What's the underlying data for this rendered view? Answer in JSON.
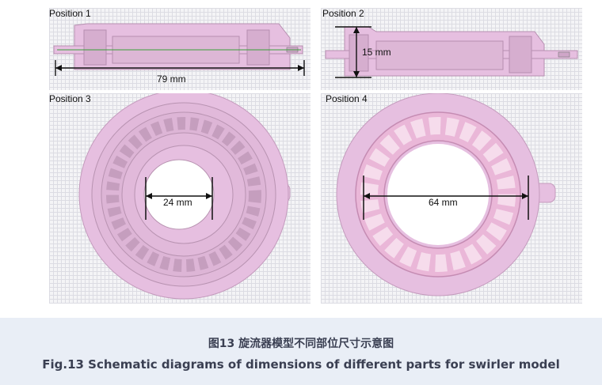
{
  "positions": [
    {
      "label": "Position 1",
      "dimension": "79 mm"
    },
    {
      "label": "Position 2",
      "dimension": "15 mm"
    },
    {
      "label": "Position 3",
      "dimension": "24 mm"
    },
    {
      "label": "Position 4",
      "dimension": "64 mm"
    }
  ],
  "caption": {
    "chinese": "图13 旋流器模型不同部位尺寸示意图",
    "english": "Fig.13 Schematic diagrams of dimensions of different parts for swirler model"
  },
  "colors": {
    "model": "#e6bfe0",
    "model_dark": "#cfa6c8",
    "grid": "#dcdce3",
    "caption_bg": "#e9eef6"
  }
}
